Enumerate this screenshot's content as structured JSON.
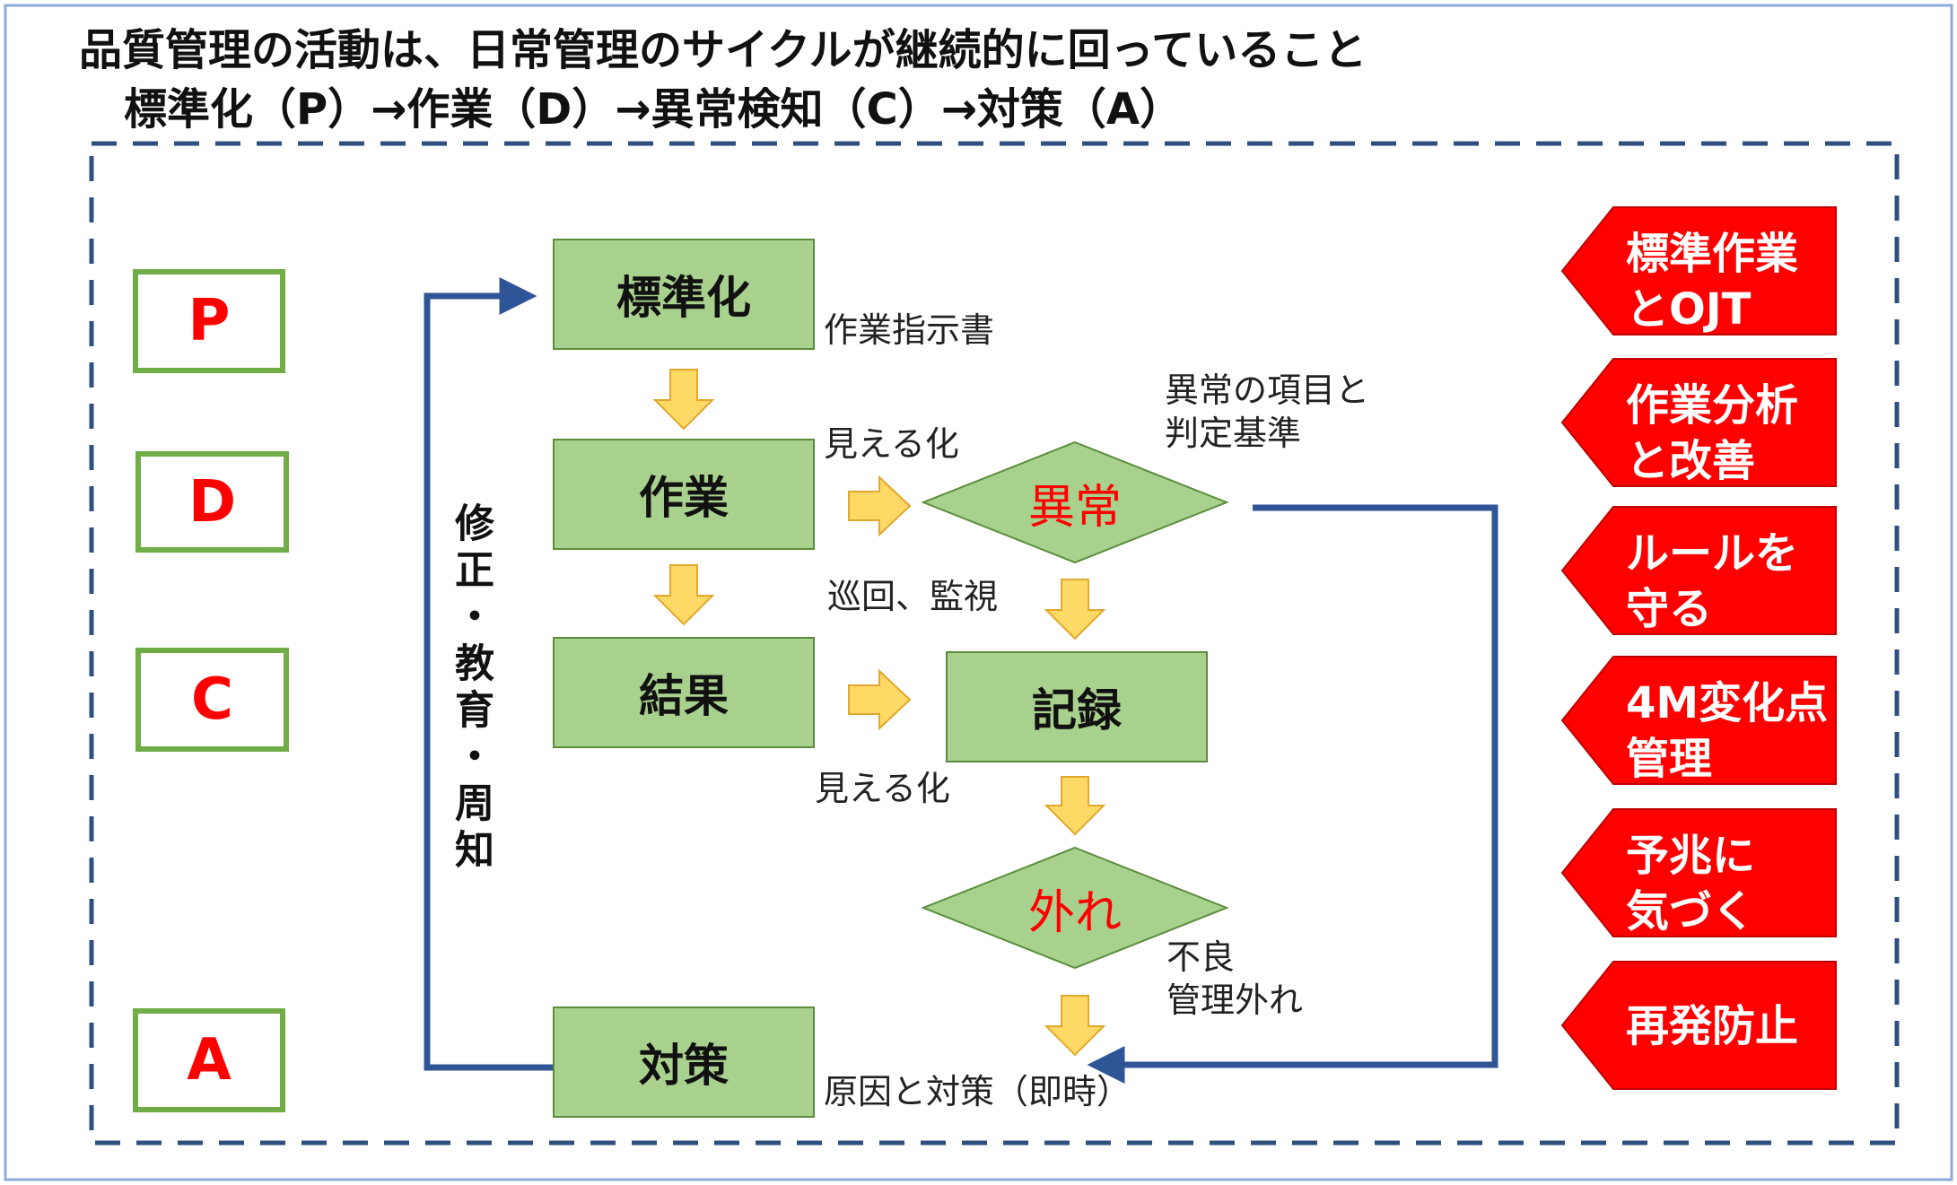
{
  "header": {
    "title": "品質管理の活動は、日常管理のサイクルが継続的に回っていること",
    "subtitle": "標準化（P）→作業（D）→異常検知（C）→対策（A）"
  },
  "pdca": [
    "P",
    "D",
    "C",
    "A"
  ],
  "flow": {
    "standardize": "標準化",
    "work": "作業",
    "result": "結果",
    "countermeasure": "対策",
    "record": "記録",
    "abnormal": "異常",
    "deviation": "外れ"
  },
  "notes": {
    "work_instruction": "作業指示書",
    "visualize1": "見える化",
    "abnormal_criteria_1": "異常の項目と",
    "abnormal_criteria_2": "判定基準",
    "patrol": "巡回、監視",
    "visualize2": "見える化",
    "defect_1": "不良",
    "defect_2": "管理外れ",
    "cause": "原因と対策（即時）"
  },
  "feedback_label": "修正・教育・周知",
  "right_tags": [
    [
      "標準作業",
      "とOJT"
    ],
    [
      "作業分析",
      "と改善"
    ],
    [
      "ルールを",
      "守る"
    ],
    [
      "4M変化点",
      "管理"
    ],
    [
      "予兆に",
      "気づく"
    ],
    [
      "再発防止"
    ]
  ],
  "colors": {
    "box_fill": "#a9d18e",
    "pdca_border": "#70ad47",
    "accent_red": "#ff0000",
    "arrow_fill": "#ffd966",
    "line_blue": "#2f5597",
    "frame": "#8faadc"
  }
}
